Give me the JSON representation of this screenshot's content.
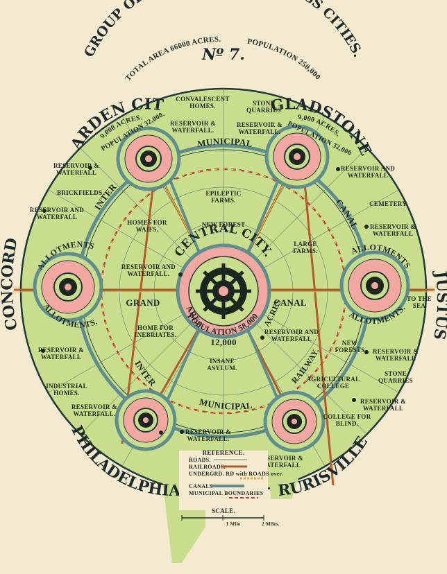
{
  "title": {
    "number": "Nº 7.",
    "main": "GROUP OF SLUMLESS SMOKELESS CITIES.",
    "area": "TOTAL AREA 66000 ACRES.",
    "population": "POPULATION 250,000"
  },
  "colors": {
    "paper": "#f3ead0",
    "land": "#c9de8c",
    "city_ring": "#f2a7a0",
    "canal": "#5f8e8e",
    "railroad": "#b45a2a",
    "boundary": "#c23a3a",
    "ink": "#1c2620"
  },
  "cities": {
    "garden_city": {
      "name": "GARDEN CITY",
      "acres": "9,000 ACRES.",
      "population": "POPULATION 32,000."
    },
    "gladstone": {
      "name": "GLADSTONE",
      "acres": "9,000 ACRES.",
      "population": "POPULATION 32,000"
    },
    "justus": {
      "name": "JUSTUS"
    },
    "rurisville": {
      "name": "RURISVILLE"
    },
    "philadelphia": {
      "name": "PHILADELPHIA"
    },
    "concord": {
      "name": "CONCORD"
    },
    "central_city": {
      "name": "CENTRAL CITY.",
      "area": "AREA",
      "acres": "12,000",
      "acres_word": "ACRES",
      "population": "POPULATION 58,000"
    }
  },
  "labels": {
    "convalescent_homes": "CONVALESCENT HOMES.",
    "stone_quarries_top": "STONE QUARRIES",
    "reservoir_waterfall_a": "RESERVOIR & WATERFALL.",
    "reservoir_waterfall_b": "RESERVOIR & WATERFALL.",
    "reservoir_waterfall_left1": "RESERVOIR & WATERFALL",
    "reservoir_and_waterfall_right1": "RESERVOIR AND WATERFALL",
    "brickfields": "BRICKFIELDS.",
    "cemetery": "CEMETERY.",
    "reservoir_and_waterfall_left2": "RESERVOIR AND WATERFALL",
    "reservoir_waterfall_right2": "RESERVOIR & WATERFALL",
    "epileptic_farms": "EPILEPTIC FARMS.",
    "new_forest": "NEW FOREST",
    "homes_for_waifs": "HOMES FOR WAIFS.",
    "large_farms": "LARGE FARMS.",
    "reservoir_and_waterfall_center": "RESERVOIR AND WATERFALL.",
    "to_the_sea": "TO THE SEA",
    "home_for_inebriates": "HOME FOR INEBRIATES.",
    "reservoir_and_waterfall_center2": "RESERVOIR AND WATERFALL",
    "new_forests": "NEW FORESTS",
    "insane_asylum": "INSANE ASYLUM.",
    "reservoir_waterfall_left3": "RESERVOIR & WATERFALL",
    "reservoir_waterfall_right3": "RESERVOIR & WATERFALL",
    "industrial_homes": "INDUSTRIAL HOMES.",
    "stone_quarries_right": "STONE QUARRIES",
    "agricultural_college": "AGRICULTURAL COLLEGE",
    "reservoir_waterfall_bl": "RESERVOIR & WATERFALL.",
    "reservoir_waterfall_right4": "RESERVOIR & WATERFALL",
    "college_for_blind": "COLLEGE FOR BLIND.",
    "reservoir_waterfall_bottom": "RESERVOIR & WATERFALL.",
    "reservoir_waterfall_legend": "RESERVOIR & WATERFALL",
    "allotments_left_top": "ALLOTMENTS",
    "allotments_left_bottom": "ALLOTMENTS.",
    "allotments_right_top": "ALLOTMENTS",
    "allotments_right_bottom": "ALLOTMENTS.",
    "municipal_top": "MUNICIPAL",
    "inter_top": "INTER",
    "canal_right": "CANAL",
    "grand": "GRAND",
    "canal_center": "CANAL",
    "inter_bottom": "INTER",
    "municipal_bottom": "MUNICIPAL",
    "railway": "RAILWAY."
  },
  "legend": {
    "heading": "REFERENCE.",
    "items": [
      "ROADS.",
      "RAILROADS.",
      "UNDERGRD. RD with ROADS over.",
      "CANALS",
      "MUNICIPAL BOUNDARIES"
    ],
    "scale_heading": "SCALE.",
    "scale_1": "1 Mile",
    "scale_2": "2 Miles."
  }
}
